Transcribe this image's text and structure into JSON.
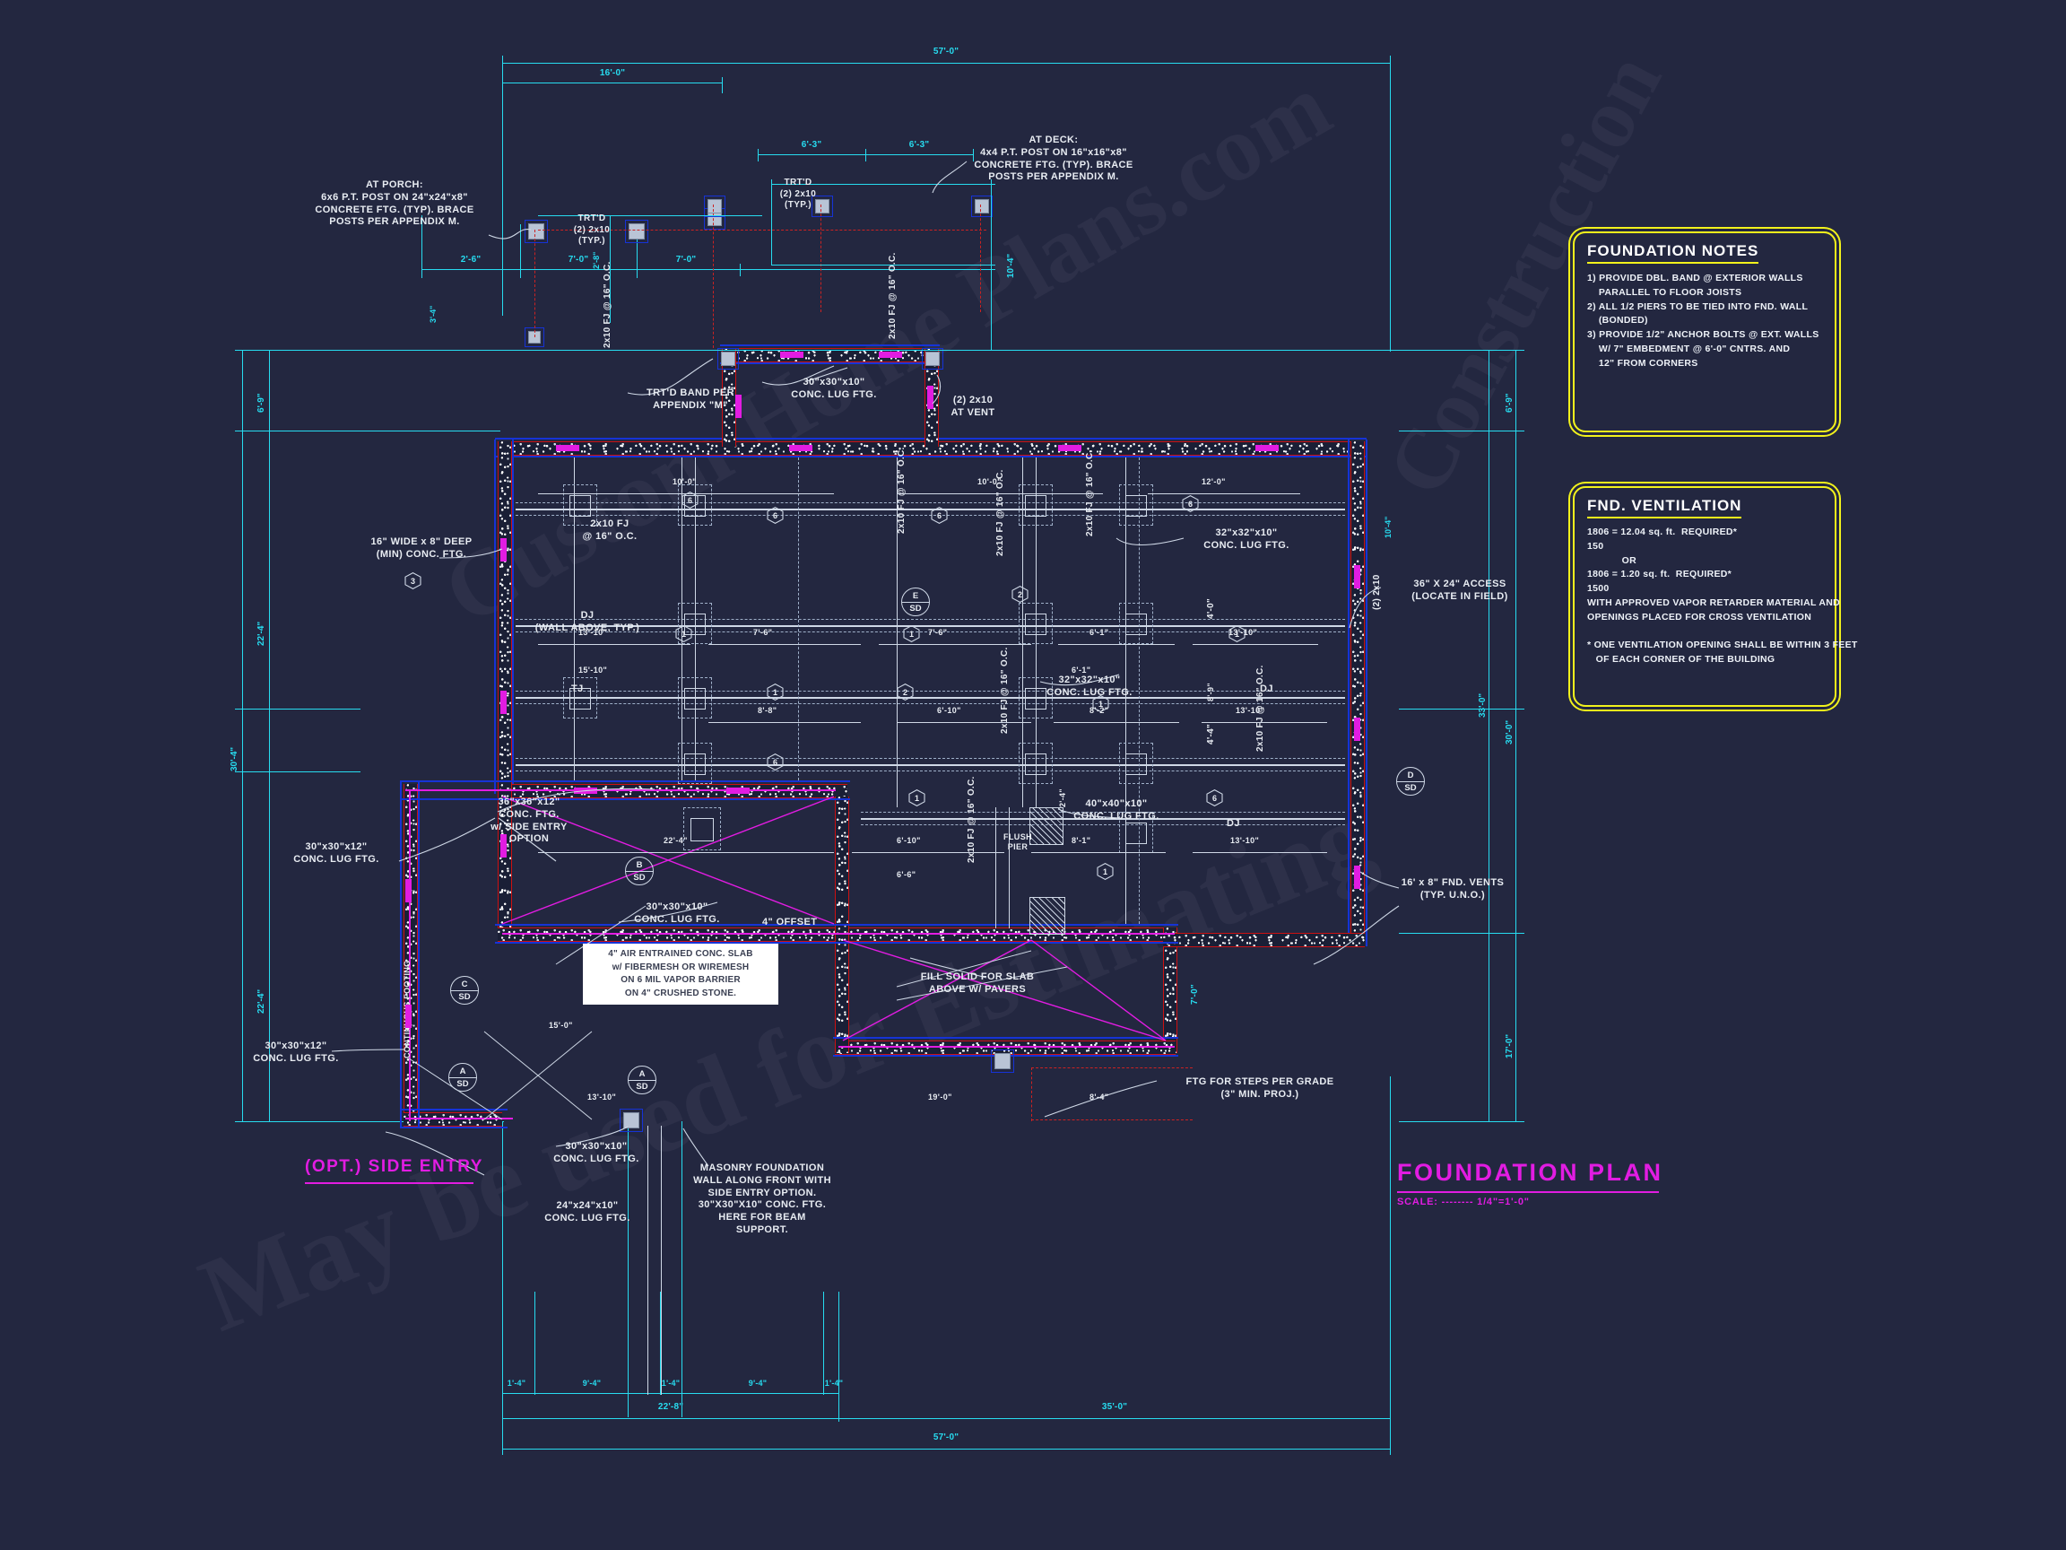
{
  "drawing": {
    "title": "FOUNDATION PLAN",
    "scale": "SCALE: -------- 1/4\"=1'-0\"",
    "side_entry_title": "(OPT.) SIDE ENTRY",
    "watermark_1": "Custom Home Plans.com",
    "watermark_2": "May be used for Estimating",
    "watermark_3": "Construction"
  },
  "foundation_notes": {
    "title": "FOUNDATION NOTES",
    "lines": "1) PROVIDE DBL. BAND @ EXTERIOR WALLS\n    PARALLEL TO FLOOR JOISTS\n2) ALL 1/2 PIERS TO BE TIED INTO FND. WALL\n    (BONDED)\n3) PROVIDE 1/2\" ANCHOR BOLTS @ EXT. WALLS\n    W/ 7\" EMBEDMENT @ 6'-0\" CNTRS. AND\n    12\" FROM CORNERS"
  },
  "ventilation_notes": {
    "title": "FND. VENTILATION",
    "lines": "1806 = 12.04 sq. ft.  REQUIRED*\n150\n            OR\n1806 = 1.20 sq. ft.  REQUIRED*\n1500\nWITH APPROVED VAPOR RETARDER MATERIAL AND\nOPENINGS PLACED FOR CROSS VENTILATION\n\n* ONE VENTILATION OPENING SHALL BE WITHIN 3 FEET\n   OF EACH CORNER OF THE BUILDING"
  },
  "annotations": {
    "at_porch": "AT PORCH:\n6x6 P.T. POST ON 24\"x24\"x8\"\nCONCRETE FTG. (TYP). BRACE\nPOSTS PER APPENDIX M.",
    "at_deck": "AT DECK:\n4x4 P.T. POST ON 16\"x16\"x8\"\nCONCRETE FTG. (TYP). BRACE\nPOSTS PER APPENDIX M.",
    "trtd_typ_1": "TRT'D\n(2) 2x10\n(TYP.)",
    "trtd_typ_2": "TRT'D\n(2) 2x10\n(TYP.)",
    "trtd_band": "TRT'D BAND PER\nAPPENDIX \"M\"",
    "vent_2x10": "(2) 2x10\nAT VENT",
    "wide_deep": "16\" WIDE x 8\" DEEP\n(MIN) CONC. FTG.",
    "dj_wall_above": "DJ\n(WALL ABOVE, TYP.)",
    "tj_label": "TJ",
    "dj_label_right": "DJ",
    "dj_label_right2": "DJ",
    "access": "36\" X 24\" ACCESS\n(LOCATE IN FIELD)",
    "fnd_vents": "16' x 8\" FND. VENTS\n(TYP. U.N.O.)",
    "lug_30x30x12_left": "30\"x30\"x12\"\nCONC. LUG FTG.",
    "lug_30x30x12_lower": "30\"x30\"x12\"\nCONC. LUG FTG.",
    "lug_30x30x10_a": "30\"x30\"x10\"\nCONC. LUG FTG.",
    "lug_30x30x10_b": "30\"x30\"x10\"\nCONC. LUG FTG.",
    "lug_30x30x10_top": "30\"x30\"x10\"\nCONC. LUG FTG.",
    "lug_32x32x10_a": "32\"x32\"x10\"\nCONC. LUG FTG.",
    "lug_32x32x10_b": "32\"x32\"x10\"\nCONC. LUG FTG.",
    "lug_40x40x10": "40\"x40\"x10\"\nCONC. LUG FTG.",
    "lug_36x36x12": "36\"x36\"x12\"\nCONC. FTG.\nw/ SIDE ENTRY\nOPTION",
    "lug_24x24x10": "24\"x24\"x10\"\nCONC. LUG FTG.",
    "flush_pier": "FLUSH\nPIER",
    "offset_4": "4\" OFFSET",
    "continuous_footing": "CONTINUOUS FOOTING",
    "slab_note": "4\" AIR ENTRAINED CONC. SLAB\nw/ FIBERMESH OR WIREMESH\nON 6 MIL VAPOR BARRIER\nON 4\" CRUSHED STONE.",
    "fill_solid": "FILL SOLID FOR SLAB\nABOVE W/ PAVERS",
    "ftg_steps": "FTG FOR STEPS PER GRADE\n(3\" MIN. PROJ.)",
    "masonry_note": "MASONRY FOUNDATION\nWALL ALONG FRONT WITH\nSIDE ENTRY OPTION.\n30\"X30\"X10\" CONC. FTG.\nHERE FOR BEAM\nSUPPORT.",
    "joist_2x10_a": "2x10 FJ\n@ 16\" O.C.",
    "joist_2x10_b": "2x10 FJ\n@ 16\" O.C.",
    "joist_2x10_c": "2x10 FJ\n@ 16\" O.C.",
    "joist_2x10_d": "2x10 FJ\n@ 16\" O.C.",
    "joist_2x10_e": "2x10 FJ\n@ 16\" O.C.",
    "joist_2x10_f": "2x10 FJ\n@ 16\" O.C.",
    "joist_2x10_g": "2x10 FJ\n@ 16\" O.C.",
    "joist_2x10_h": "2x10 FJ\n@ 16\" O.C.",
    "joist_2x10_i": "2x10 FJ\n@ 16\" O.C.",
    "band_2x10": "(2) 2x10"
  },
  "dimensions": {
    "top_overall": "57'-0\"",
    "top_16": "16'-0\"",
    "top_63_a": "6'-3\"",
    "top_63_b": "6'-3\"",
    "porch_26": "2'-6\"",
    "porch_70_a": "7'-0\"",
    "porch_70_b": "7'-0\"",
    "left_69": "6'-9\"",
    "left_224_a": "22'-4\"",
    "left_304": "30'-4\"",
    "left_224_b": "22'-4\"",
    "right_334": "33'-0\"",
    "right_69": "6'-9\"",
    "right_304": "30'-0\"",
    "right_170": "17'-0\"",
    "bottom_overall": "57'-0\"",
    "bottom_224": "22'-8\"",
    "bottom_350": "35'-0\"",
    "bottom_14_a": "1'-4\"",
    "bottom_94_a": "9'-4\"",
    "bottom_14_b": "1'-4\"",
    "bottom_94_b": "9'-4\"",
    "bottom_14_c": "1'-4\"",
    "int_224": "22'-4\"",
    "int_150": "15'-10\"",
    "int_13_10_a": "13'-10\"",
    "int_13_10_b": "13'-10\"",
    "int_13_10_c": "13'-10\"",
    "int_70": "7'-0\"",
    "int_76_a": "7'-6\"",
    "int_76_b": "7'-6\"",
    "int_61_a": "6'-1\"",
    "int_61_b": "6'-1\"",
    "int_81": "8'-1\"",
    "int_82": "8'-2\"",
    "int_88": "8'-8\"",
    "int_610_a": "6'-10\"",
    "int_610_b": "6'-10\"",
    "int_66": "6'-6\"",
    "int_108_a": "10'-0\"",
    "int_108_b": "10'-0\"",
    "int_120": "12'-0\"",
    "int_104": "10'-4\"",
    "int_24": "2'-4\"",
    "int_28": "2'-8\"",
    "int_34": "3'-4\"",
    "int_40": "4'-0\"",
    "int_44": "4'-4\"",
    "int_104b": "10'-4\"",
    "int_89": "8'-9\"",
    "int_190": "19'-0\"",
    "int_84": "8'-4\"",
    "int_70b": "7'-0\"",
    "int_150b": "15'-0\""
  },
  "markers": {
    "hex_list": [
      "6",
      "6",
      "6",
      "6",
      "1",
      "1",
      "1",
      "2",
      "1",
      "2",
      "1",
      "6",
      "1",
      "6"
    ],
    "circle_e_sd": {
      "top": "E",
      "bottom": "SD"
    },
    "circle_d_sd": {
      "top": "D",
      "bottom": "SD"
    },
    "circle_b_sd": {
      "top": "B",
      "bottom": "SD"
    },
    "circle_c_sd": {
      "top": "C",
      "bottom": "SD"
    },
    "circle_a_sd": {
      "top": "A",
      "bottom": "SD"
    },
    "circle_a_sd2": {
      "top": "A",
      "bottom": "SD"
    },
    "hex_3": "3"
  },
  "colors": {
    "background": "#232740",
    "cyan": "#27dcf0",
    "magenta": "#e21ce2",
    "yellow": "#f2f21c",
    "red": "#cc1111",
    "blue": "#1633d6",
    "white": "#e8ecf2"
  }
}
